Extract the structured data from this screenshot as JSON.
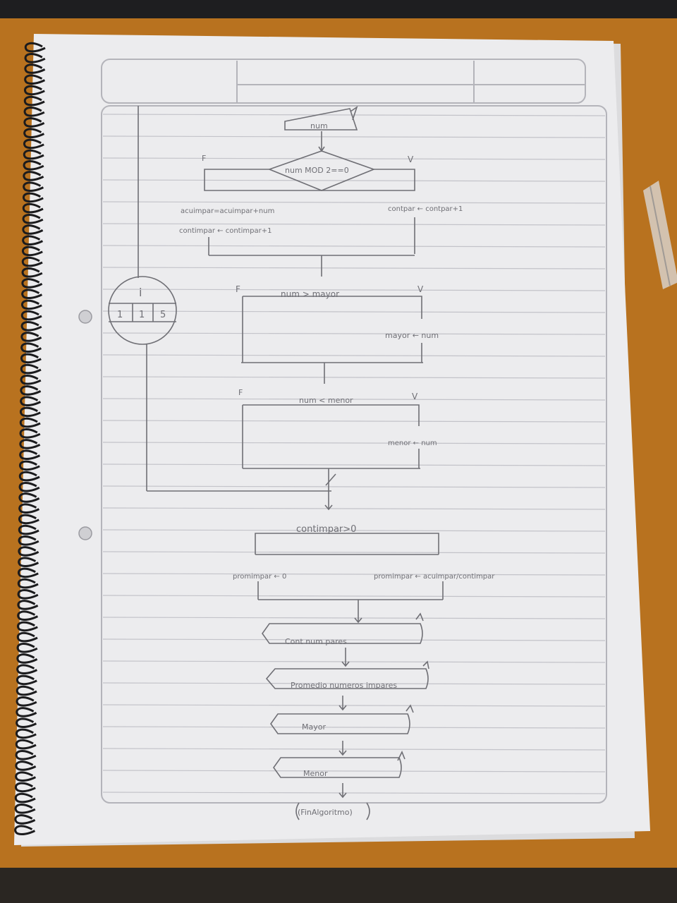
{
  "flowchart": {
    "read_input": "num",
    "decision_even": "num MOD 2==0",
    "branch_false": "F",
    "branch_true": "V",
    "acc_odd": "acuimpar=acuimpar+num",
    "count_odd": "contimpar ← contimpar+1",
    "count_even": "contpar ← contpar+1",
    "decision_max": "num > mayor",
    "assign_max": "mayor ← num",
    "decision_min": "num < menor",
    "assign_min": "menor ← num",
    "loop_var": "i",
    "loop_start": "1",
    "loop_step": "1",
    "loop_end": "5",
    "decision_odd_count": "contimpar>0",
    "avg_zero": "promimpar ← 0",
    "avg_calc": "promimpar ← acuimpar/contimpar",
    "out_1": "Cont num pares",
    "out_2": "Promedio numeros impares",
    "out_3": "Mayor",
    "out_4": "Menor",
    "end": "(FinAlgoritmo)"
  },
  "colors": {
    "desk": "#b8721f",
    "paper": "#ececee",
    "rule_line": "#c3c3c9",
    "pencil": "#6f6f75"
  }
}
